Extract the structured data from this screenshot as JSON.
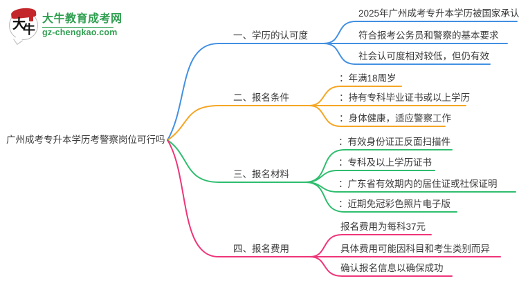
{
  "logo": {
    "char_da": "大",
    "char_niu": "牛",
    "site_name": "大牛教育成考网",
    "site_url": "gz-chengkao.com"
  },
  "colors": {
    "branch1_blue": "#4290e2",
    "branch2_orange": "#f5a623",
    "branch3_green": "#2ebd6e",
    "branch4_pink": "#ef3479",
    "brand_green": "#2f9e50",
    "brand_red": "#c3272b",
    "text_dark": "#3a3a3a"
  },
  "root": {
    "label": "广州成考专升本学历考警察岗位可行吗"
  },
  "branches": [
    {
      "label": "一、学历的认可度",
      "color": "#4290e2",
      "leaves": [
        "2025年广州成考专升本学历被国家承认",
        "符合报考公务员和警察的基本要求",
        "社会认可度相对较低，但仍有效"
      ]
    },
    {
      "label": "二、报名条件",
      "color": "#f5a623",
      "leaves": [
        "：年满18周岁",
        "：持有专科毕业证书或以上学历",
        "：身体健康，适应警察工作"
      ]
    },
    {
      "label": "三、报名材料",
      "color": "#2ebd6e",
      "leaves": [
        "：有效身份证正反面扫描件",
        "：专科及以上学历证书",
        "：广东省有效期内的居住证或社保证明",
        "：近期免冠彩色照片电子版"
      ]
    },
    {
      "label": "四、报名费用",
      "color": "#ef3479",
      "leaves": [
        "报名费用为每科37元",
        "具体费用可能因科目和考生类别而异",
        "确认报名信息以确保成功"
      ]
    }
  ]
}
